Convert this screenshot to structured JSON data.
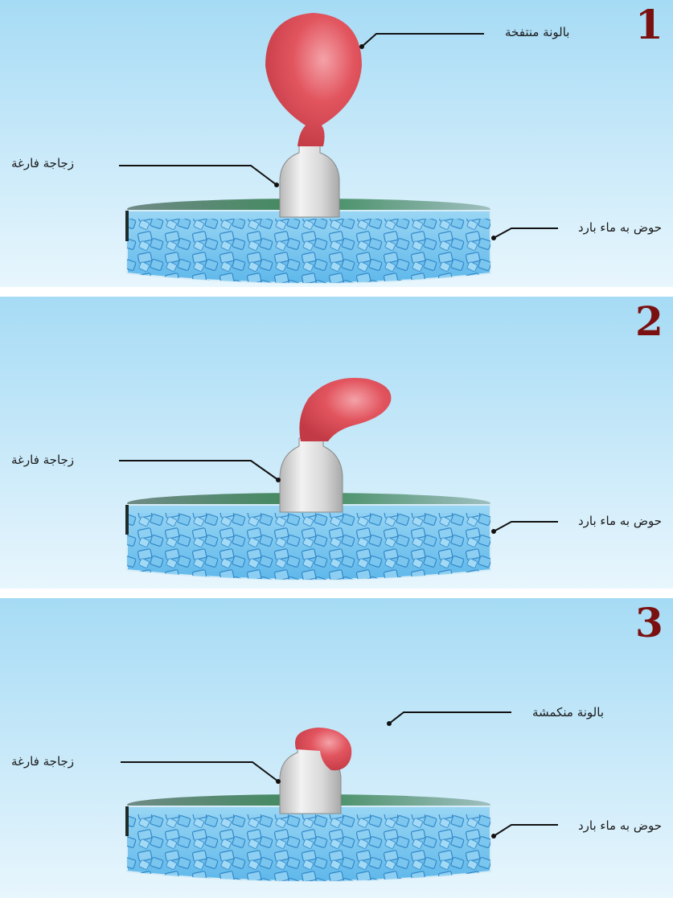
{
  "panels": [
    {
      "number": "1",
      "labels": {
        "balloon": "بالونة منتفخة",
        "bottle": "زجاجة فارغة",
        "tank": "حوض به ماء بارد"
      }
    },
    {
      "number": "2",
      "labels": {
        "bottle": "زجاجة فارغة",
        "tank": "حوض به ماء بارد"
      }
    },
    {
      "number": "3",
      "labels": {
        "balloon": "بالونة منكمشة",
        "bottle": "زجاجة فارغة",
        "tank": "حوض به ماء بارد"
      }
    }
  ],
  "colors": {
    "sky_top": "#a9dcf5",
    "sky_bottom": "#e6f5fd",
    "balloon": "#e0505a",
    "water": "#7cc8ef",
    "ice": "#3a90cf",
    "number": "#7a1010"
  }
}
